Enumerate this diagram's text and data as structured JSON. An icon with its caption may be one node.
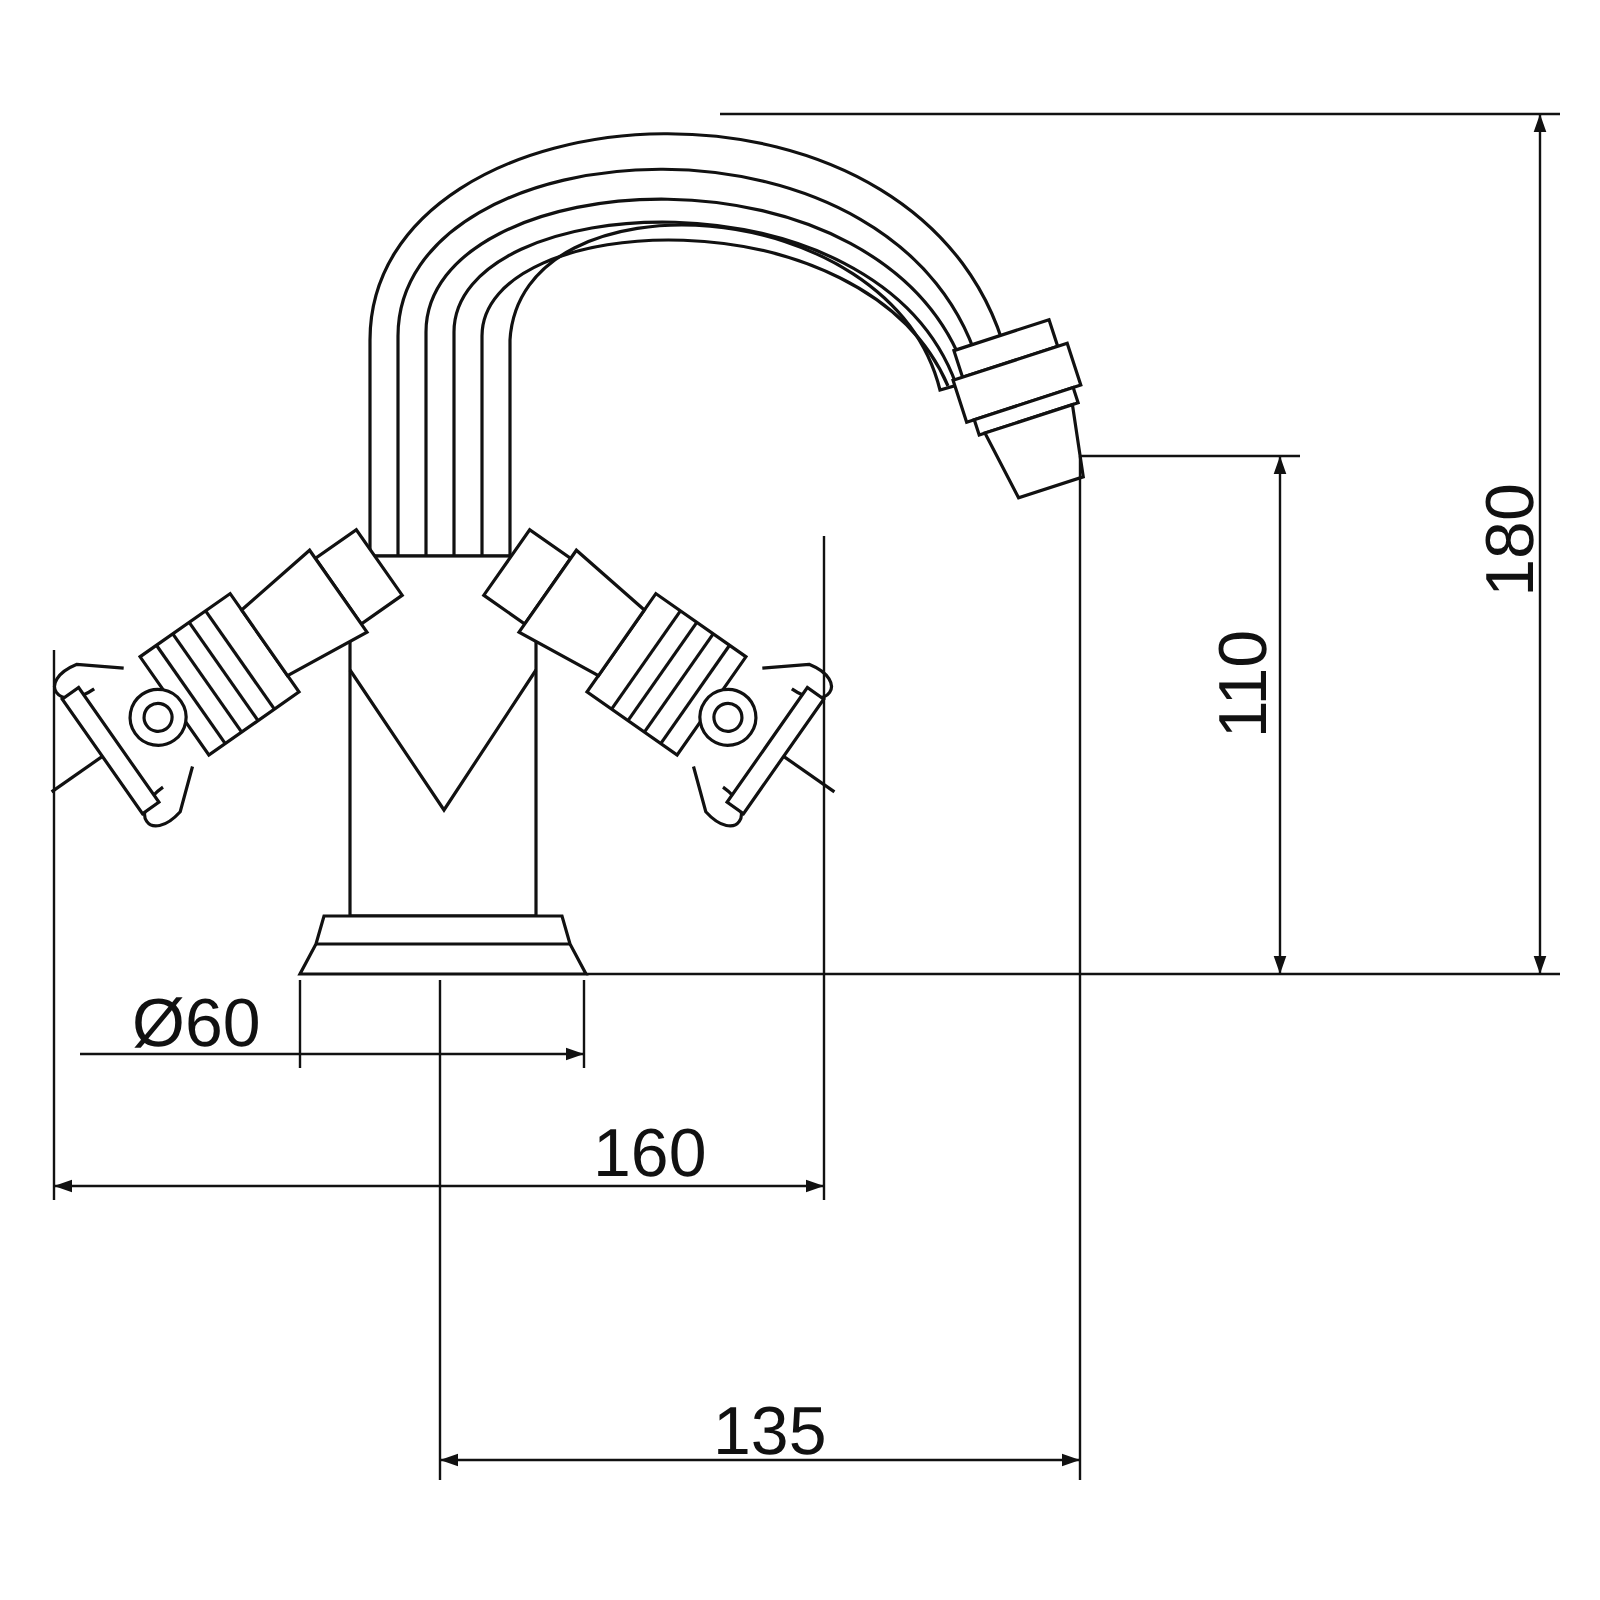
{
  "diagram": {
    "labels": [
      "180",
      "110",
      "Ø60",
      "160",
      "135"
    ]
  }
}
